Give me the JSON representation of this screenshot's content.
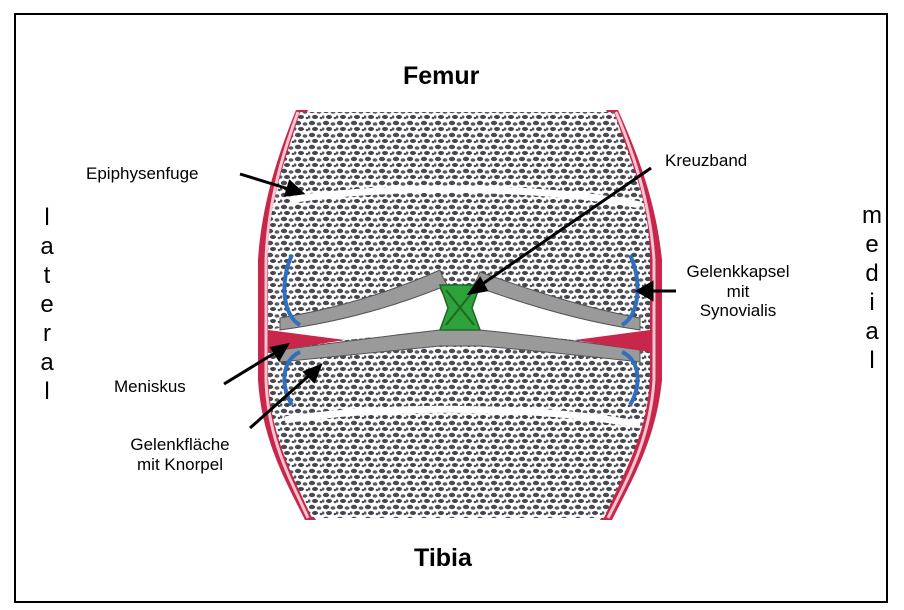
{
  "titles": {
    "top": "Femur",
    "bottom": "Tibia"
  },
  "sides": {
    "left": "lateral",
    "right": "medial"
  },
  "labels": {
    "epiphysenfuge": "Epiphysenfuge",
    "kreuzband": "Kreuzband",
    "gelenkkapsel_line1": "Gelenkkapsel",
    "gelenkkapsel_line2": "mit",
    "gelenkkapsel_line3": "Synovialis",
    "meniskus": "Meniskus",
    "gelenkflaeche_line1": "Gelenkfläche",
    "gelenkflaeche_line2": "mit Knorpel"
  },
  "colors": {
    "capsule_red": "#c8264a",
    "synovial_blue": "#2f6fc0",
    "ligament_green": "#2ea23a",
    "cartilage_grey": "#9a9a9a",
    "bone_spongy": "#4a4a52"
  }
}
